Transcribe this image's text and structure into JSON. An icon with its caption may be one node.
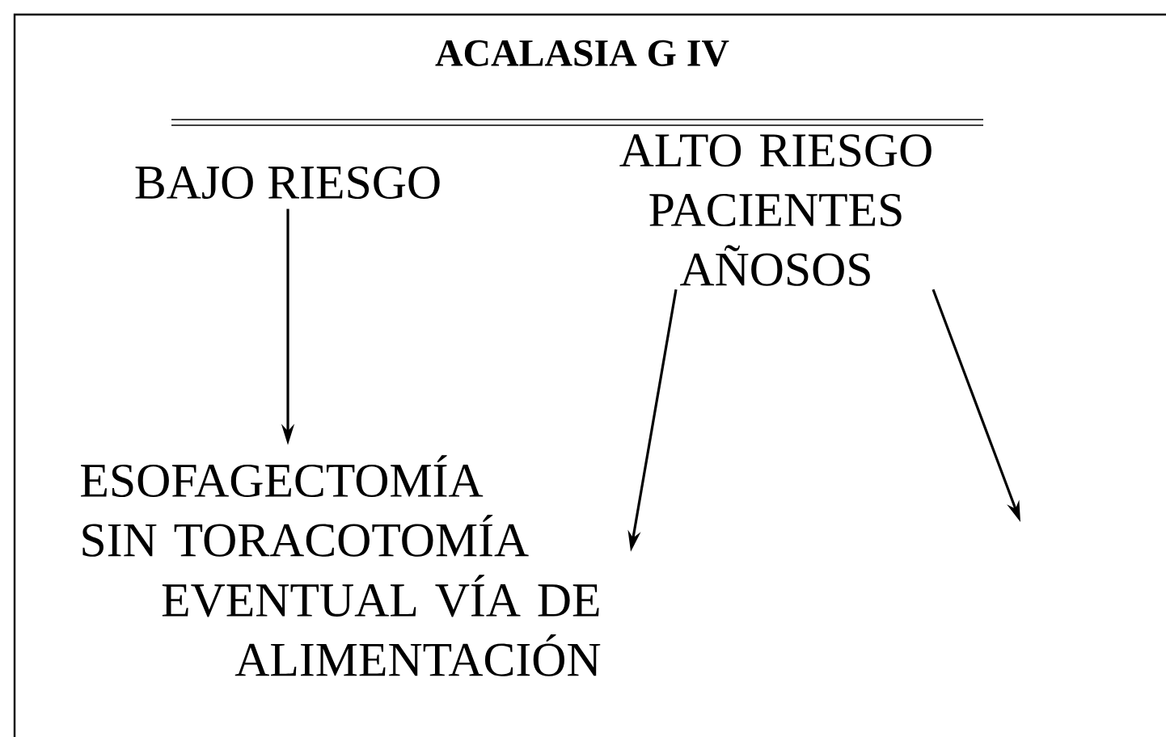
{
  "diagram": {
    "title": "ACALASIA G IV",
    "nodes": [
      {
        "text": [
          "BAJO RIESGO"
        ]
      },
      {
        "text": [
          "ALTO RIESGO PACIENTES AÑOSOS"
        ]
      },
      {
        "text": [
          "ESOFAGECTOMÍA SIN TORACOTOMÍA"
        ]
      },
      {
        "text": [
          "EVENTUAL VÍA DE ALIMENTACIÓN"
        ]
      }
    ],
    "edges": [
      {
        "from": 0,
        "to": 2,
        "arrow": "to"
      },
      {
        "from": 1,
        "to": 3,
        "arrow": "to"
      },
      {
        "from": 1,
        "to": null,
        "arrow": "to"
      }
    ]
  }
}
